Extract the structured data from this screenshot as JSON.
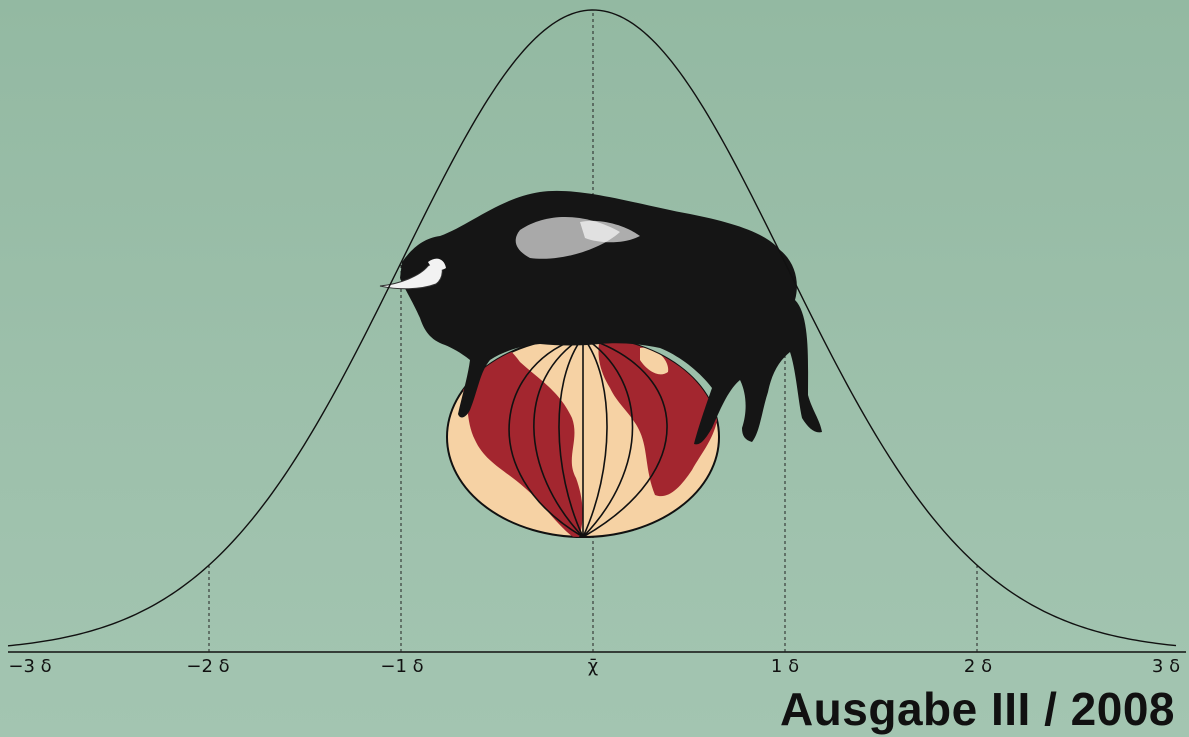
{
  "colors": {
    "background": "#9dc0ab",
    "globe_land": "#a3262f",
    "globe_ocean": "#f6d2a4",
    "bull": "#151515",
    "ink": "#111111"
  },
  "axis": {
    "tick_labels": [
      "−3 δ",
      "−2 δ",
      "−1 δ",
      "χ̄",
      "1 δ",
      "2 δ",
      "3 δ"
    ]
  },
  "illustration": {
    "subject": "bull-on-globe",
    "icon": "bull-on-globe-icon"
  },
  "issue": {
    "title": "Ausgabe III / 2008"
  }
}
